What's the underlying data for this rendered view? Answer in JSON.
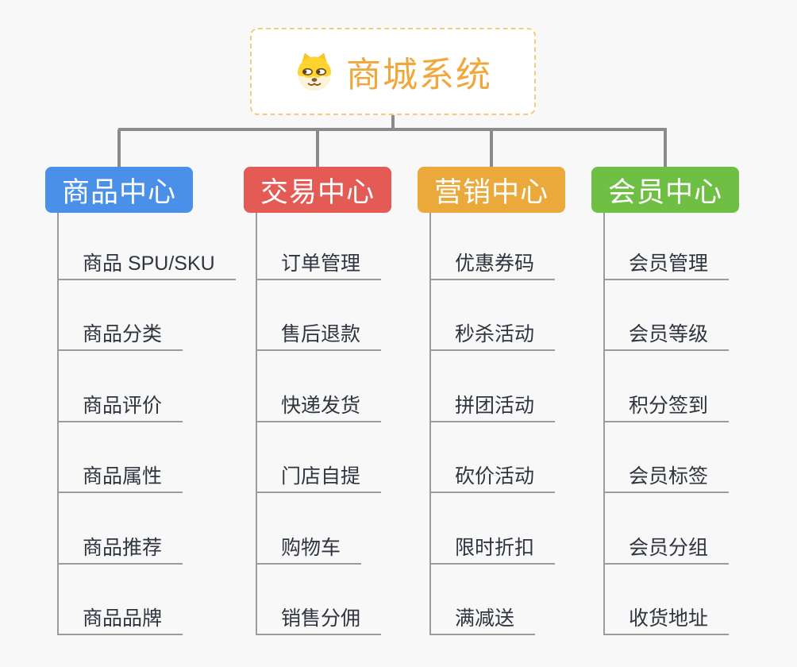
{
  "root": {
    "label": "商城系统",
    "icon": "dog-icon"
  },
  "colors": {
    "root_text": "#f0a73c",
    "root_border": "#f6ca7e",
    "connector": "#8b8b8b",
    "underline": "#9c9c9c",
    "item_text": "#2f353f",
    "background": "#f8f8f8"
  },
  "branches": [
    {
      "label": "商品中心",
      "color": "#4a90e8",
      "items": [
        "商品 SPU/SKU",
        "商品分类",
        "商品评价",
        "商品属性",
        "商品推荐",
        "商品品牌"
      ]
    },
    {
      "label": "交易中心",
      "color": "#e45b55",
      "items": [
        "订单管理",
        "售后退款",
        "快递发货",
        "门店自提",
        "购物车",
        "销售分佣"
      ]
    },
    {
      "label": "营销中心",
      "color": "#eba93b",
      "items": [
        "优惠券码",
        "秒杀活动",
        "拼团活动",
        "砍价活动",
        "限时折扣",
        "满减送"
      ]
    },
    {
      "label": "会员中心",
      "color": "#6fbf44",
      "items": [
        "会员管理",
        "会员等级",
        "积分签到",
        "会员标签",
        "会员分组",
        "收货地址"
      ]
    }
  ]
}
